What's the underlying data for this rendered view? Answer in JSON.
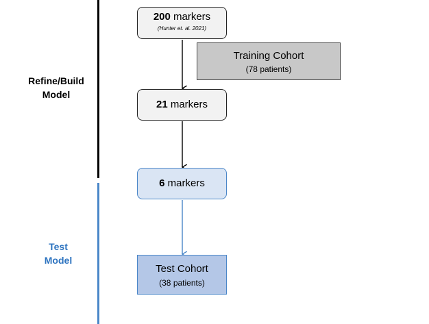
{
  "phases": {
    "refine": {
      "line1": "Refine/Build",
      "line2": "Model",
      "color": "#000000"
    },
    "test": {
      "line1": "Test",
      "line2": "Model",
      "color": "#2e74c0"
    }
  },
  "nodes": {
    "markers_200": {
      "count": "200",
      "unit": " markers",
      "citation": "(Hunter et. al. 2021)"
    },
    "training": {
      "title": "Training Cohort",
      "subtitle": "(78 patients)",
      "fill": "#c8c8c8"
    },
    "markers_21": {
      "count": "21",
      "unit": " markers"
    },
    "markers_6": {
      "count": "6",
      "unit": " markers",
      "fill": "#dae5f4",
      "border": "#4a86c8"
    },
    "test": {
      "title": "Test Cohort",
      "subtitle": "(38 patients)",
      "fill": "#b4c7e7"
    }
  },
  "edges": [
    {
      "from": "markers_200",
      "to": "markers_21",
      "color": "#000000"
    },
    {
      "from": "markers_21",
      "to": "markers_6",
      "color": "#000000"
    },
    {
      "from": "markers_6",
      "to": "test",
      "color": "#4a86c8"
    }
  ]
}
